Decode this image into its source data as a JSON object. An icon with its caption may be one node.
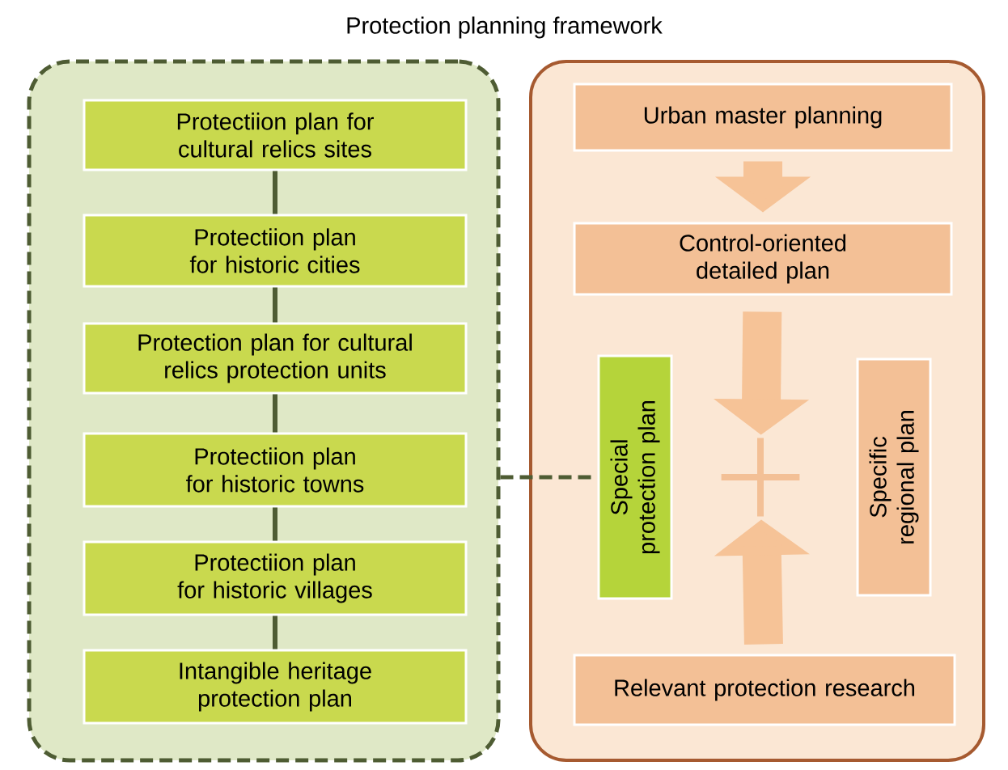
{
  "diagram": {
    "title": "Protection planning framework",
    "nodes": [
      {
        "text": [],
        "shape": "box"
      },
      {
        "text": [
          "Protectiion plan for cultural relics sites"
        ],
        "in": 0
      },
      {
        "text": [
          "Protectiion plan for historic cities"
        ],
        "in": 0
      },
      {
        "text": [
          "Protection plan for cultural relics protection units"
        ],
        "in": 0
      },
      {
        "text": [
          "Protectiion plan for historic towns"
        ],
        "in": 0
      },
      {
        "text": [
          "Protectiion plan for historic villages"
        ],
        "in": 0
      },
      {
        "text": [
          "Intangible heritage protection plan"
        ],
        "in": 0
      },
      {
        "text": [],
        "shape": "box"
      },
      {
        "text": [
          "Urban master planning"
        ],
        "in": 7
      },
      {
        "text": [
          "Control-oriented detailed plan"
        ],
        "in": 7
      },
      {
        "text": [
          "Special protection plan"
        ],
        "in": 7
      },
      {
        "text": [],
        "shape": "plus",
        "in": 7
      },
      {
        "text": [
          "Specific regional plan"
        ],
        "in": 7
      },
      {
        "text": [
          "Relevant protection research"
        ],
        "in": 7
      }
    ],
    "edges": [
      {
        "from": 1,
        "to": 2,
        "arrow": "none"
      },
      {
        "from": 2,
        "to": 3,
        "arrow": "none"
      },
      {
        "from": 3,
        "to": 4,
        "arrow": "none"
      },
      {
        "from": 4,
        "to": 5,
        "arrow": "none"
      },
      {
        "from": 5,
        "to": 6,
        "arrow": "none"
      },
      {
        "from": 0,
        "to": 10,
        "arrow": "none",
        "style": "dashed"
      },
      {
        "from": 8,
        "to": 9,
        "arrow": "to",
        "style": "thick",
        "color": "#f6c397"
      },
      {
        "from": 9,
        "to": 11,
        "arrow": "to",
        "style": "thick",
        "color": "#f6c397"
      },
      {
        "from": 13,
        "to": 11,
        "arrow": "to",
        "style": "thick",
        "color": "#f6c397"
      }
    ]
  }
}
